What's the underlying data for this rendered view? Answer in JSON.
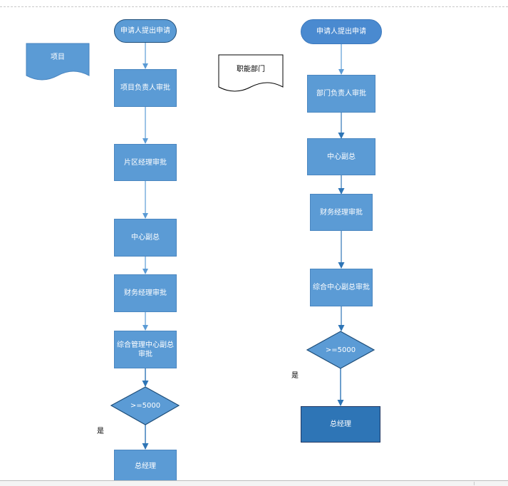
{
  "left_flow": {
    "doc_label": "项目",
    "start": "申请人提出申请",
    "steps": [
      "项目负责人审批",
      "片区经理审批",
      "中心副总",
      "财务经理审批",
      "综合管理中心副总审批"
    ],
    "decision": ">=5000",
    "branch_label": "是",
    "end": "总经理"
  },
  "right_flow": {
    "doc_label": "职能部门",
    "start": "申请人提出申请",
    "steps": [
      "部门负责人审批",
      "中心副总",
      "财务经理审批",
      "综合中心副总审批"
    ],
    "decision": ">=5000",
    "branch_label": "是",
    "end": "总经理"
  },
  "colors": {
    "shape_fill": "#5b9bd5",
    "end_fill_right": "#2e75b6",
    "connector": "#5b9bd5",
    "connector_dark": "#2e75b6",
    "text": "#ffffff"
  }
}
